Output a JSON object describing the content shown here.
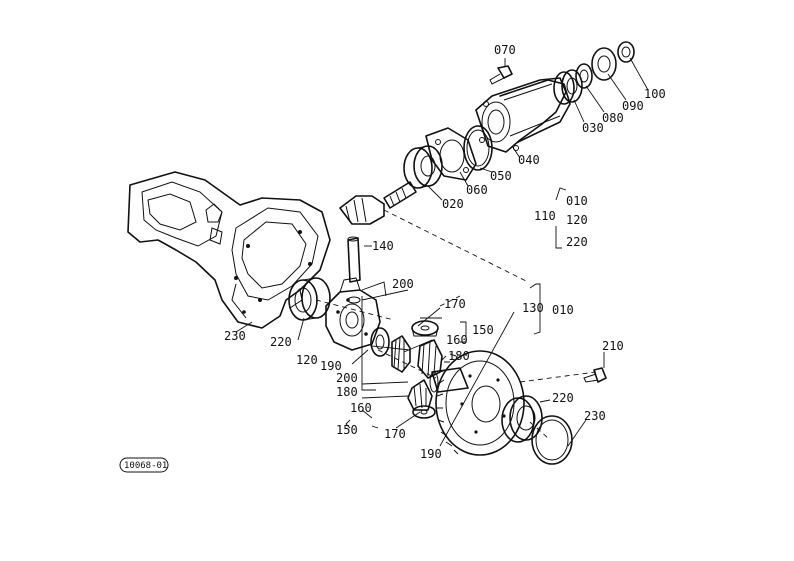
{
  "reference_code": "10068-01",
  "callouts": {
    "p070": "070",
    "p100": "100",
    "p090": "090",
    "p080": "080",
    "p030": "030",
    "p040": "040",
    "p050": "050",
    "p060": "060",
    "p020": "020",
    "p110": "110",
    "p110_010": "010",
    "p110_120": "120",
    "p110_220": "220",
    "p140": "140",
    "p200_top": "200",
    "p170_top": "170",
    "p150_right": "150",
    "p160_right": "160",
    "p180_right": "180",
    "p130": "130",
    "p130_010": "010",
    "p230_left": "230",
    "p220_left": "220",
    "p120": "120",
    "p190_mid": "190",
    "p200_mid": "200",
    "p180_left": "180",
    "p160_left": "160",
    "p150_left": "150",
    "p170_bottom": "170",
    "p190_bottom": "190",
    "p210": "210",
    "p220_right": "220",
    "p230_right": "230"
  }
}
